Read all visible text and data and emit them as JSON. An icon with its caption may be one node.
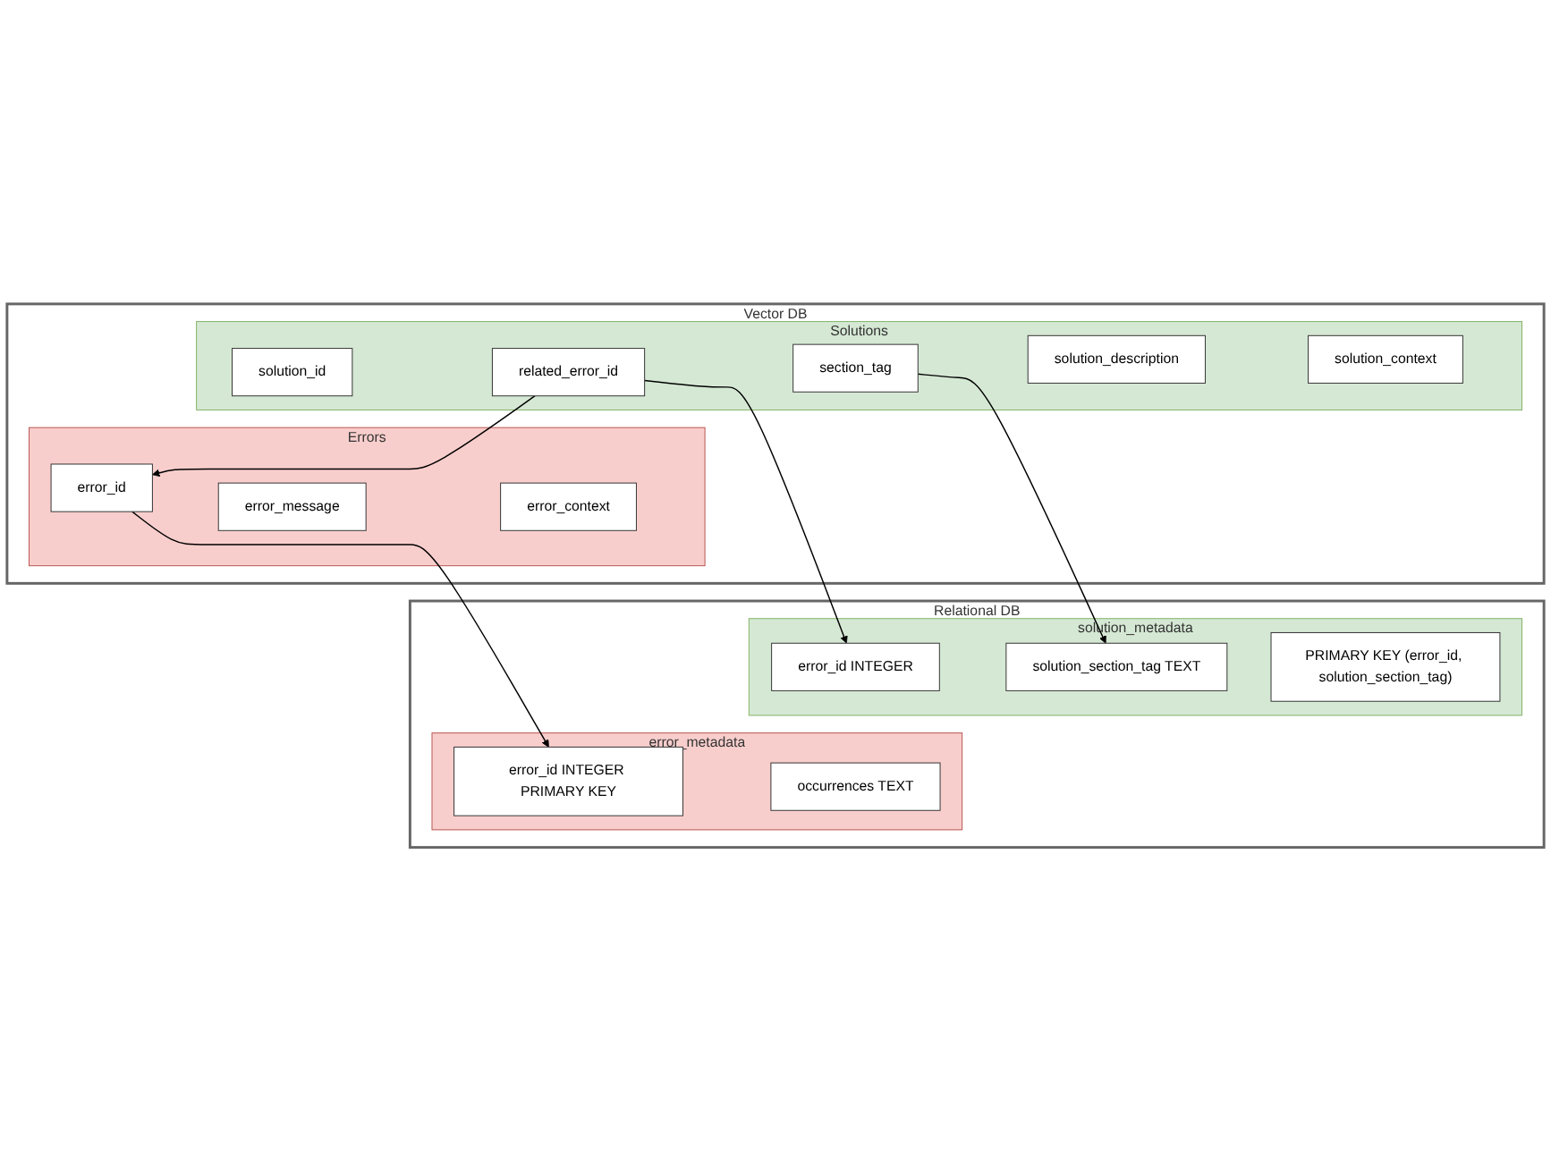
{
  "diagram": {
    "nodes": [
      {
        "text": [
          "Vector DB"
        ]
      },
      {
        "text": [
          "Errors"
        ],
        "in": 0
      },
      {
        "text": [
          "error_id"
        ],
        "in": 1
      },
      {
        "text": [
          "error_message"
        ],
        "in": 1
      },
      {
        "text": [
          "error_context"
        ],
        "in": 1
      },
      {
        "text": [
          "Solutions"
        ],
        "in": 0
      },
      {
        "text": [
          "solution_id"
        ],
        "in": 5
      },
      {
        "text": [
          "related_error_id"
        ],
        "in": 5
      },
      {
        "text": [
          "section_tag"
        ],
        "in": 5
      },
      {
        "text": [
          "solution_description"
        ],
        "in": 5
      },
      {
        "text": [
          "solution_context"
        ],
        "in": 5
      },
      {
        "text": [
          "Relational DB"
        ]
      },
      {
        "text": [
          "error_metadata"
        ],
        "in": 11
      },
      {
        "text": [
          "error_id INTEGER PRIMARY KEY"
        ],
        "in": 12
      },
      {
        "text": [
          "occurrences TEXT"
        ],
        "in": 12
      },
      {
        "text": [
          "solution_metadata"
        ],
        "in": 11
      },
      {
        "text": [
          "error_id INTEGER"
        ],
        "in": 15
      },
      {
        "text": [
          "solution_section_tag TEXT"
        ],
        "in": 15
      },
      {
        "text": [
          "PRIMARY KEY (error_id, solution_section_tag)"
        ],
        "in": 15
      }
    ],
    "edges": [
      {
        "from": 7,
        "to": 2,
        "arrow": "to"
      },
      {
        "from": 2,
        "to": 13,
        "arrow": "to"
      },
      {
        "from": 7,
        "to": 16,
        "arrow": "to"
      },
      {
        "from": 8,
        "to": 17,
        "arrow": "to"
      }
    ]
  }
}
